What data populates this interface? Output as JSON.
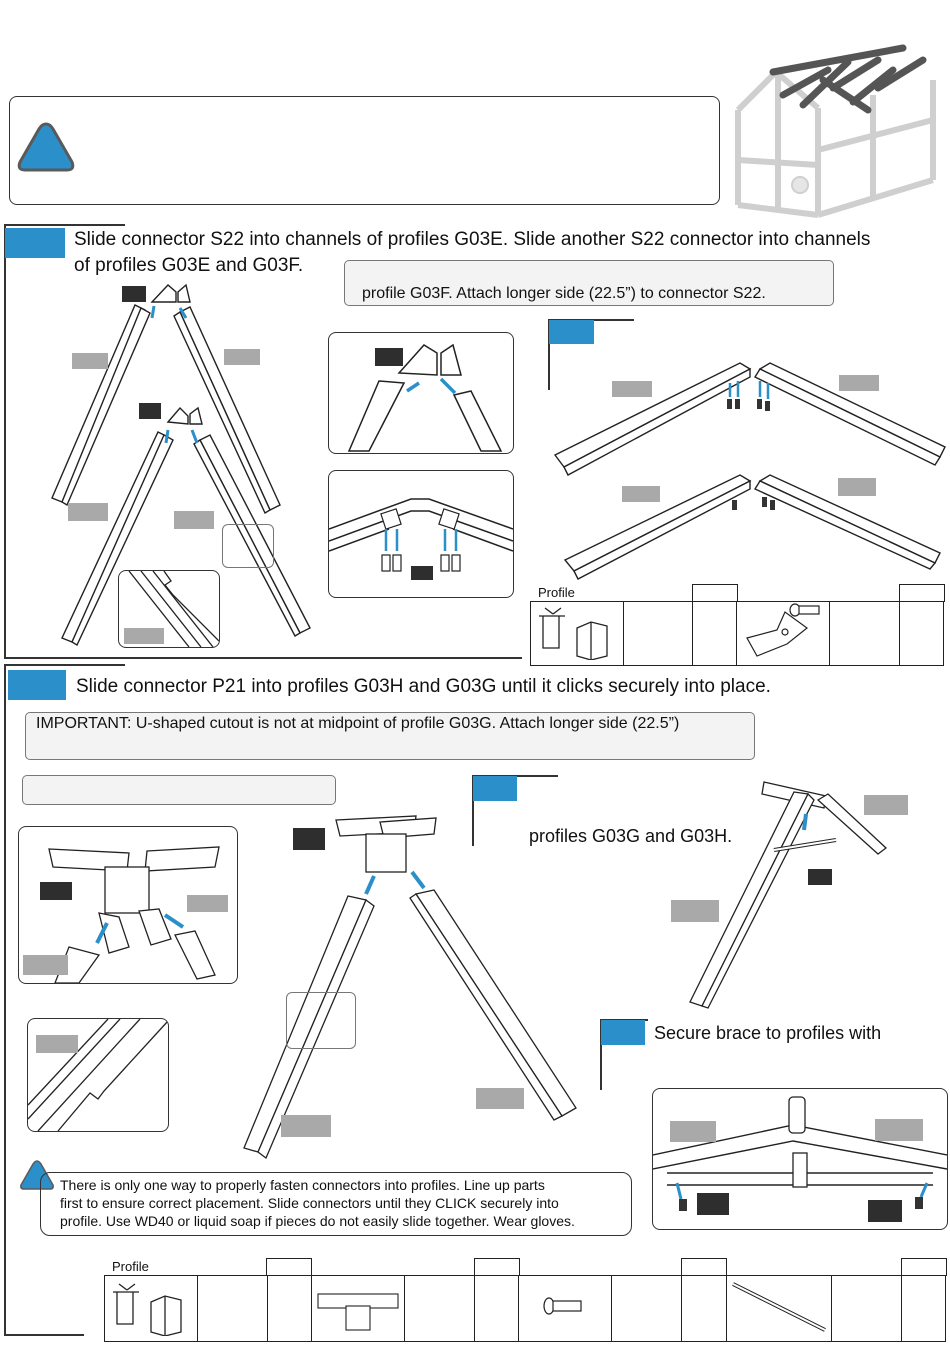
{
  "step_a": {
    "instruction_line1": "Slide connector S22 into channels of profiles G03E. Slide another S22 connector into channels",
    "instruction_line2": "of profiles G03E and G03F.",
    "note": "profile G03F. Attach longer side (22.5”) to connector S22.",
    "parts_table": {
      "header": "Profile"
    }
  },
  "step_b": {
    "instruction": "Slide connector P21 into profiles G03H and G03G until it clicks securely into place.",
    "important": "IMPORTANT: U-shaped cutout is not at midpoint of profile G03G. Attach longer side (22.5”)",
    "sub_instruction": "profiles G03G and G03H.",
    "secure_text": "Secure brace to profiles with",
    "warning": [
      "There is only one way to properly fasten connectors into profiles. Line up parts",
      "first to ensure correct placement. Slide connectors until they CLICK securely into",
      "profile. Use WD40 or liquid soap if pieces do not easily slide together. Wear gloves."
    ],
    "parts_table": {
      "header": "Profile"
    }
  },
  "colors": {
    "accent_blue": "#2b8fc9",
    "label_grey": "#a9a9a9",
    "label_dark": "#2e2e2e"
  }
}
